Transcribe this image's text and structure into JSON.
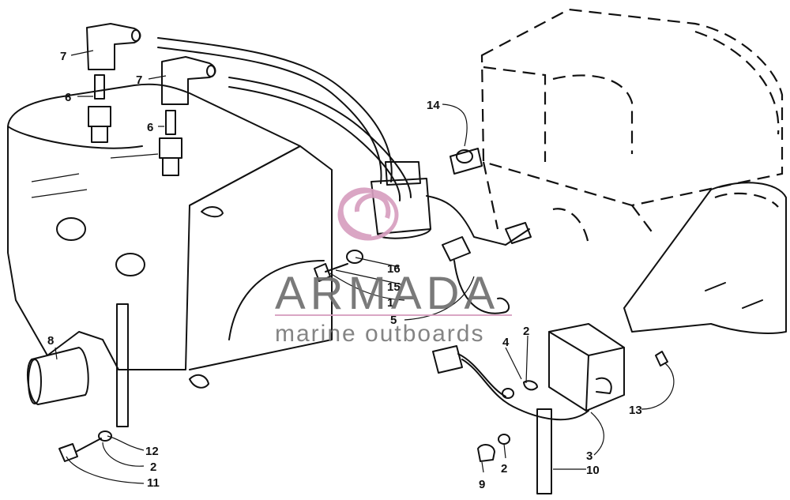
{
  "watermark": {
    "title": "ARMADA",
    "subtitle": "marine outboards",
    "accent_color": "#d79fc0",
    "text_color": "#6f6f6f"
  },
  "callouts": [
    "7",
    "7",
    "6",
    "6",
    "8",
    "14",
    "16",
    "15",
    "1",
    "5",
    "4",
    "2",
    "13",
    "12",
    "2",
    "11",
    "3",
    "9",
    "2",
    "10"
  ]
}
